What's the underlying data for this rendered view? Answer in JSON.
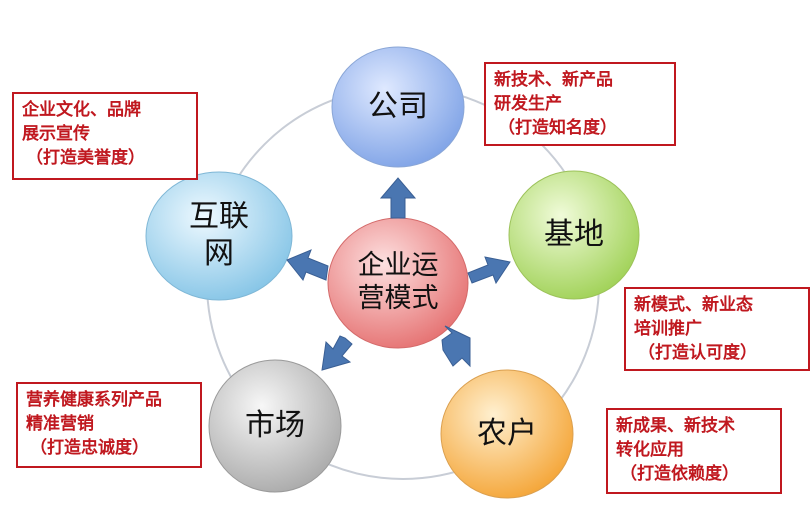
{
  "diagram": {
    "center": {
      "lines": [
        "企业运",
        "营模式"
      ]
    },
    "nodes": {
      "company": {
        "label": "公司"
      },
      "base": {
        "label": "基地"
      },
      "farmer": {
        "label": "农户"
      },
      "market": {
        "label": "市场"
      },
      "internet": {
        "lines": [
          "互联",
          "网"
        ]
      }
    },
    "notes": {
      "company": {
        "lines": [
          "新技术、新产品",
          "研发生产",
          "（打造知名度）"
        ]
      },
      "base": {
        "lines": [
          "新模式、新业态",
          "培训推广",
          "（打造认可度）"
        ]
      },
      "farmer": {
        "lines": [
          "新成果、新技术",
          "转化应用",
          "（打造依赖度）"
        ]
      },
      "market": {
        "lines": [
          "营养健康系列产品",
          "精准营销",
          "（打造忠诚度）"
        ]
      },
      "internet": {
        "lines": [
          "企业文化、品牌",
          "展示宣传",
          "（打造美誉度）"
        ]
      }
    },
    "colors": {
      "company": "#8fb0ee",
      "base": "#b9e07a",
      "farmer": "#f9b857",
      "market": "#c4c4c4",
      "internet": "#a8d8ef",
      "center": "#ef8c8c",
      "arrow": "#4a76b1",
      "note_border": "#c0181f",
      "note_text": "#c0181f"
    }
  }
}
